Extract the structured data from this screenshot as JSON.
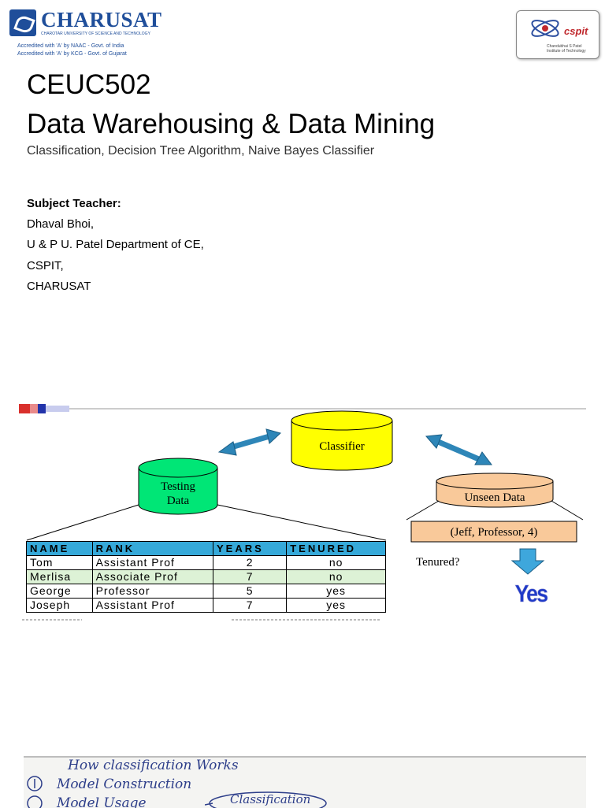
{
  "header": {
    "logo_left": {
      "name": "CHARUSAT",
      "tagline": "CHAROTAR UNIVERSITY OF SCIENCE AND TECHNOLOGY",
      "accreditation": [
        "Accredited with 'A' by NAAC - Govt. of India",
        "Accredited with 'A' by KCG - Govt. of Gujarat"
      ]
    },
    "logo_right": {
      "mark": "cspit",
      "sub": [
        "Chandubhai S Patel",
        "Institute of Technology"
      ]
    }
  },
  "title": {
    "code": "CEUC502",
    "name": "Data Warehousing & Data Mining",
    "topics": "Classification, Decision Tree Algorithm, Naive Bayes Classifier"
  },
  "teacher": {
    "heading": "Subject Teacher:",
    "lines": [
      "Dhaval Bhoi,",
      "U & P U. Patel Department of CE,",
      "CSPIT,",
      "CHARUSAT"
    ]
  },
  "diagram": {
    "classifier": "Classifier",
    "testing": [
      "Testing",
      "Data"
    ],
    "unseen": "Unseen Data",
    "tuple": "(Jeff, Professor, 4)",
    "question": "Tenured?",
    "answer": "Yes",
    "table": {
      "headers": [
        "NAME",
        "RANK",
        "YEARS",
        "TENURED"
      ],
      "rows": [
        [
          "Tom",
          "Assistant Prof",
          "2",
          "no"
        ],
        [
          "Merlisa",
          "Associate Prof",
          "7",
          "no"
        ],
        [
          "George",
          "Professor",
          "5",
          "yes"
        ],
        [
          "Joseph",
          "Assistant Prof",
          "7",
          "yes"
        ]
      ]
    }
  },
  "handwritten": {
    "line1": "How classification Works",
    "line2": "Model Construction",
    "line3": "Model Usage",
    "bubble": "Classification"
  },
  "colors": {
    "classifier_fill": "#ffff00",
    "testing_fill": "#00e676",
    "unseen_fill": "#f9c99a",
    "arrow": "#2e86b8",
    "table_header": "#36a9d9",
    "yes": "#1e3ac8",
    "brand": "#1f4e9a"
  }
}
